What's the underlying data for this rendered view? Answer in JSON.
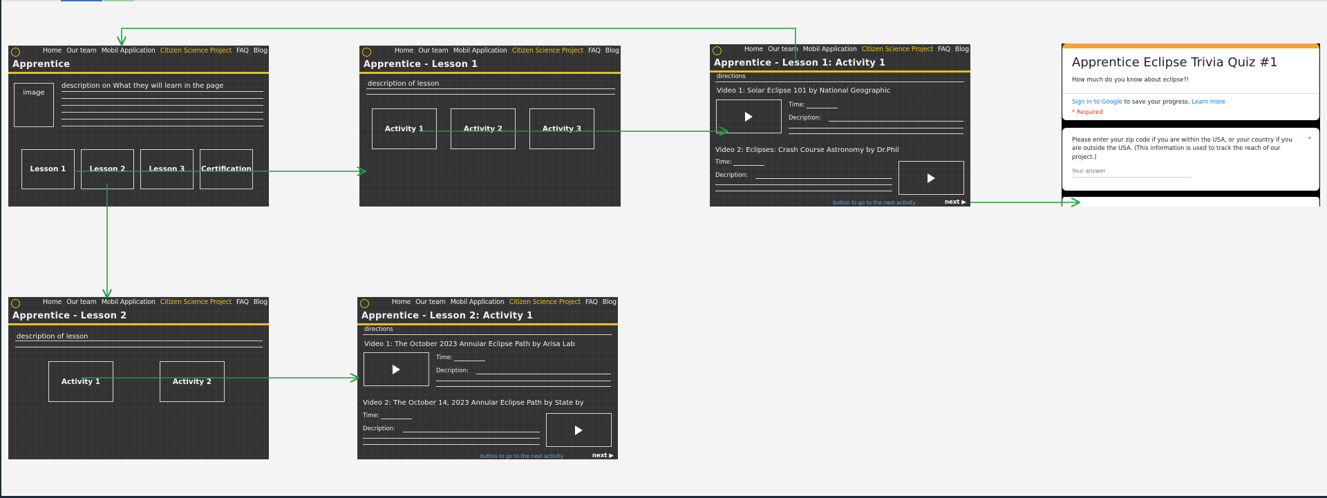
{
  "colors": {
    "arrow": "#1aa23a",
    "board": "#333333",
    "accent": "#e8c21e",
    "form_header": "#f2a33a",
    "link": "#1a73e8",
    "required": "#d93025"
  },
  "nav": {
    "home": "Home",
    "team": "Our team",
    "app": "Mobil Application",
    "citizen": "Citizen Science Project",
    "faq": "FAQ",
    "blog": "Blog"
  },
  "apprentice": {
    "title": "Apprentice",
    "image_label": "image",
    "description": "description on What they will learn in the page",
    "lessons": [
      "Lesson 1",
      "Lesson 2",
      "Lesson 3",
      "Certification"
    ]
  },
  "lesson1": {
    "title": "Apprentice - Lesson 1",
    "description": "description of lesson",
    "activities": [
      "Activity 1",
      "Activity 2",
      "Activity 3"
    ]
  },
  "lesson2": {
    "title": "Apprentice - Lesson 2",
    "description": "description of lesson",
    "activities": [
      "Activity 1",
      "Activity 2"
    ]
  },
  "l1a1": {
    "title": "Apprentice - Lesson 1: Activity 1",
    "directions": "directions",
    "video1": "Video 1: Solar Eclipse 101 by National Geographic",
    "video2": "Video 2: Eclipses: Crash Course Astronomy by Dr.Phil",
    "time": "Time:",
    "description": "Decription:",
    "hint": "button to go to the next activity",
    "next": "next"
  },
  "l2a1": {
    "title": "Apprentice - Lesson 2: Activity 1",
    "directions": "directions",
    "video1": "Video 1: The October 2023 Annular Eclipse Path by Arisa Lab",
    "video2": "Video 2: The October 14, 2023 Annular Eclipse Path by State by",
    "time": "Time:",
    "description": "Decription:",
    "hint": "button to go to the next activity",
    "next": "next"
  },
  "quiz": {
    "title": "Apprentice Eclipse Trivia Quiz #1",
    "subtitle": "How much do you know about eclipse?!",
    "sign_in": "Sign in to Google",
    "sign_in_rest": " to save your progress. ",
    "learn_more": "Learn more",
    "required": "* Required",
    "question": "Please enter your zip code if you are within the USA, or your country if you are outside the USA. (This information is used to track the reach of our project.)",
    "star": "*",
    "answer_placeholder": "Your answer"
  }
}
